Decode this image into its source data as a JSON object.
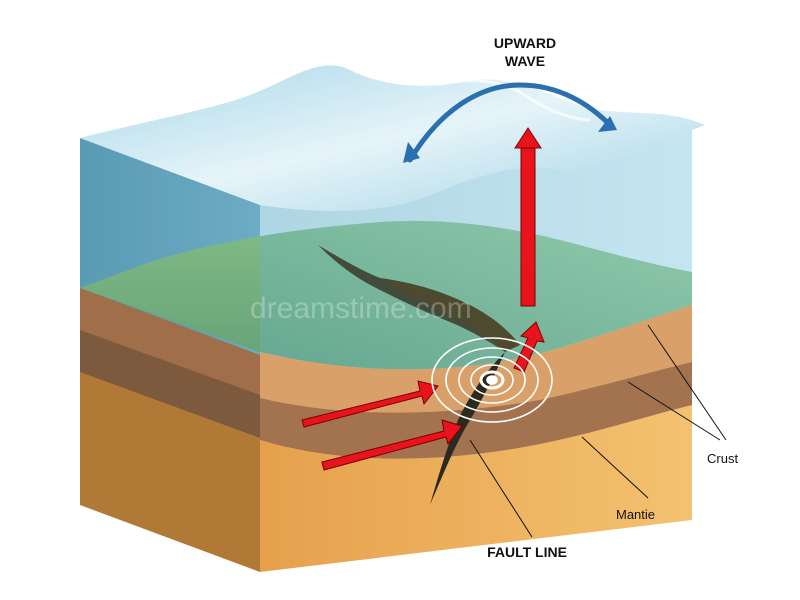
{
  "labels": {
    "upward_wave": [
      "UPWARD",
      "WAVE"
    ],
    "crust": "Crust",
    "mantle": "Mantie",
    "fault_line": "FAULT LINE"
  },
  "watermark": "dreamstime.com",
  "colors": {
    "water_front": "#7fc3da",
    "water_side": "#5d9fb8",
    "water_top": "#c9e8f2",
    "ground_green": "#7fb159",
    "crust_top": "#d9a06a",
    "crust_mid": "#a37350",
    "mantle": "#e8a14a",
    "fault": "#3a3a2a",
    "arrow_red": "#e8131b",
    "wave_arrow": "#2a6fb0"
  }
}
